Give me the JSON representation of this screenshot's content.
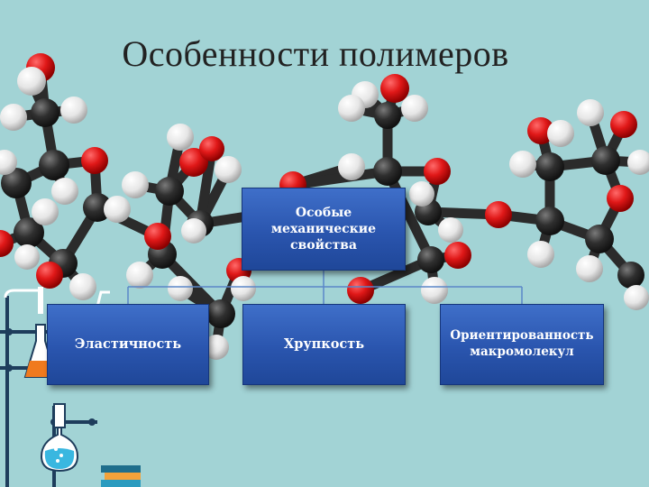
{
  "slide": {
    "title": "Особенности полимеров",
    "background_color": "#a2d3d5"
  },
  "diagram": {
    "root": {
      "label": "Особые механические свойства"
    },
    "children": [
      {
        "label": "Эластичность"
      },
      {
        "label": "Хрупкость"
      },
      {
        "label": "Ориентированность макромолекул"
      }
    ],
    "box_color": "#2f5cb8",
    "connector_color": "#5b86c8"
  },
  "decoration": {
    "molecule_atom_colors": {
      "carbon": "#2d2d2d",
      "oxygen": "#e01818",
      "hydrogen": "#f2f2f2"
    }
  }
}
